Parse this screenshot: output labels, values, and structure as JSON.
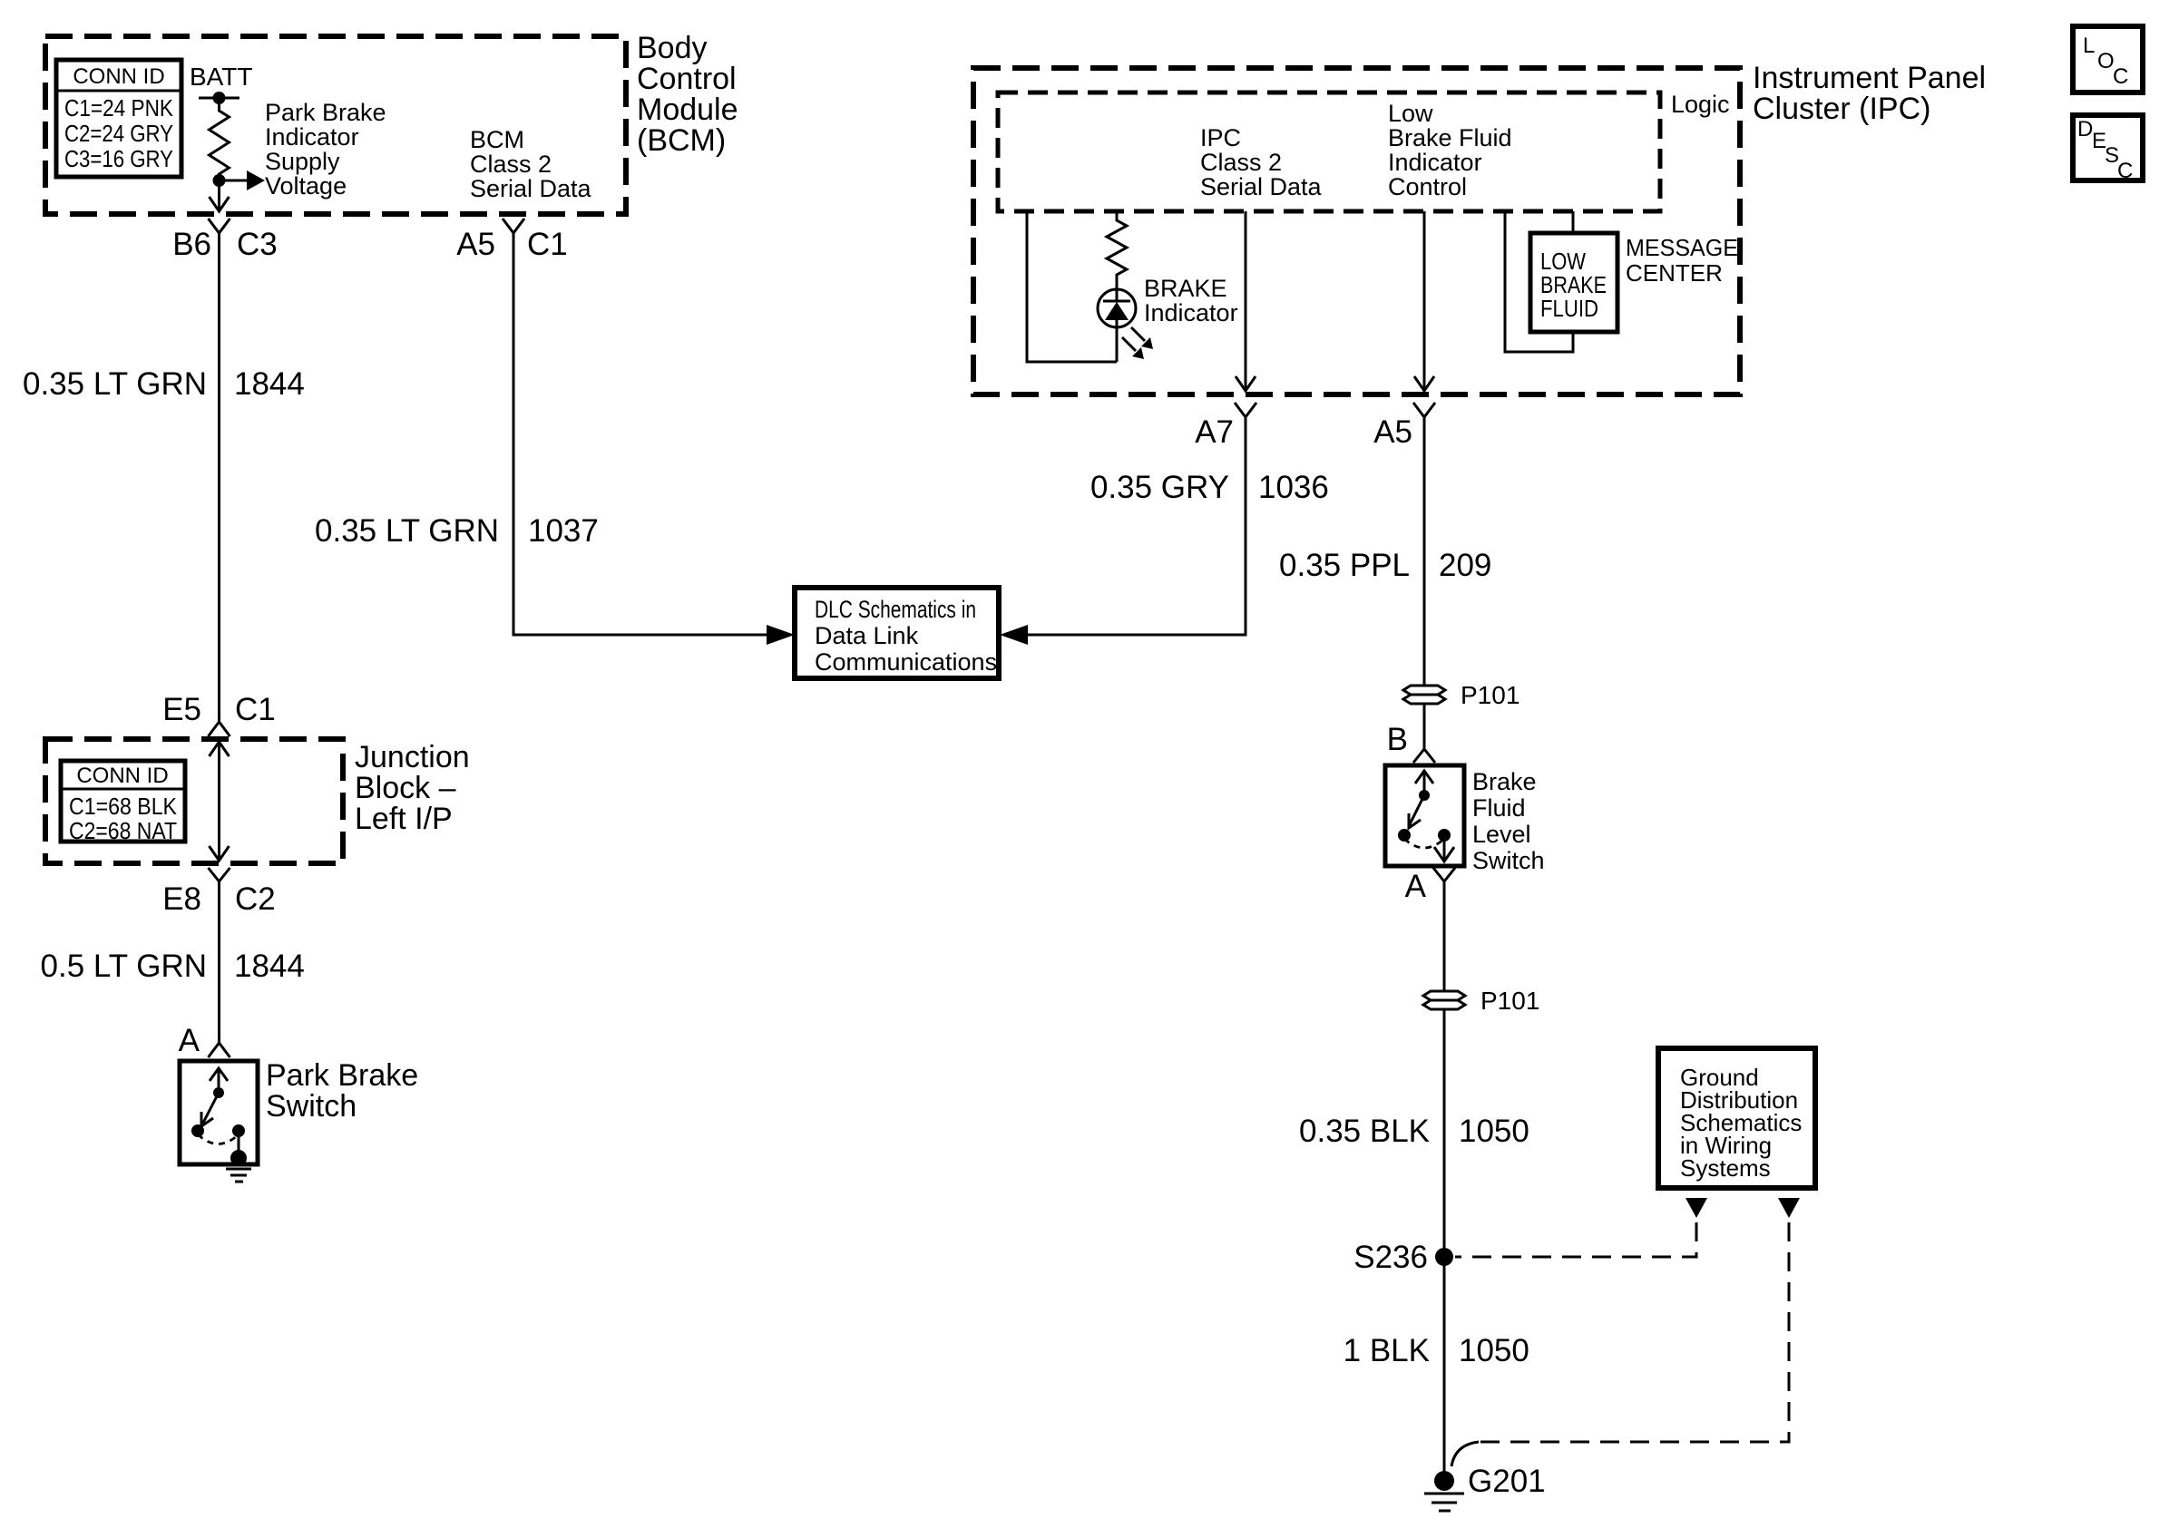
{
  "colors": {
    "ink": "#000000",
    "background": "#ffffff"
  },
  "corner_buttons": {
    "loc": {
      "letters": [
        "L",
        "O",
        "C"
      ]
    },
    "desc": {
      "letters": [
        "D",
        "E",
        "S",
        "C"
      ]
    }
  },
  "bcm": {
    "title_lines": [
      "Body",
      "Control",
      "Module",
      "(BCM)"
    ],
    "conn_id": {
      "header": "CONN ID",
      "rows": [
        "C1=24 PNK",
        "C2=24 GRY",
        "C3=16 GRY"
      ]
    },
    "batt_label": "BATT",
    "park_brake_supply_lines": [
      "Park Brake",
      "Indicator",
      "Supply",
      "Voltage"
    ],
    "serial_data_lines": [
      "BCM",
      "Class 2",
      "Serial Data"
    ],
    "left_pin": "B6",
    "left_conn": "C3",
    "right_pin": "A5",
    "right_conn": "C1"
  },
  "ipc": {
    "title_lines": [
      "Instrument Panel",
      "Cluster (IPC)"
    ],
    "logic_label": "Logic",
    "class2_lines": [
      "IPC",
      "Class 2",
      "Serial Data"
    ],
    "control_lines": [
      "Low",
      "Brake Fluid",
      "Indicator",
      "Control"
    ],
    "brake_indicator_lines": [
      "BRAKE",
      "Indicator"
    ],
    "message_center_box_lines": [
      "LOW",
      "BRAKE",
      "FLUID"
    ],
    "message_center_lines": [
      "MESSAGE",
      "CENTER"
    ],
    "serial_pin": "A7",
    "control_pin": "A5"
  },
  "junction_block": {
    "title_lines": [
      "Junction",
      "Block –",
      "Left I/P"
    ],
    "conn_id": {
      "header": "CONN ID",
      "rows": [
        "C1=68 BLK",
        "C2=68 NAT"
      ]
    },
    "top_pin": "E5",
    "top_conn": "C1",
    "bottom_pin": "E8",
    "bottom_conn": "C2"
  },
  "park_brake_switch": {
    "label_lines": [
      "Park Brake",
      "Switch"
    ],
    "pin": "A"
  },
  "brake_fluid_level_switch": {
    "label_lines": [
      "Brake",
      "Fluid",
      "Level",
      "Switch"
    ],
    "pin_top": "B",
    "pin_bottom": "A"
  },
  "dlc_box_lines": [
    "DLC Schematics in",
    "Data Link",
    "Communications"
  ],
  "ground_distribution_box_lines": [
    "Ground",
    "Distribution",
    "Schematics",
    "in Wiring",
    "Systems"
  ],
  "wires": [
    {
      "name": "bcm-to-junction",
      "gauge_color": "0.35 LT GRN",
      "circuit": "1844"
    },
    {
      "name": "bcm-serial-data",
      "gauge_color": "0.35 LT GRN",
      "circuit": "1037"
    },
    {
      "name": "junction-to-park-brake",
      "gauge_color": "0.5 LT GRN",
      "circuit": "1844"
    },
    {
      "name": "ipc-serial-data",
      "gauge_color": "0.35 GRY",
      "circuit": "1036"
    },
    {
      "name": "ipc-indicator-control",
      "gauge_color": "0.35 PPL",
      "circuit": "209"
    },
    {
      "name": "switch-to-splice",
      "gauge_color": "0.35 BLK",
      "circuit": "1050"
    },
    {
      "name": "splice-to-ground",
      "gauge_color": "1 BLK",
      "circuit": "1050"
    }
  ],
  "connectors": {
    "upper": "P101",
    "lower": "P101"
  },
  "splice": "S236",
  "ground": "G201"
}
